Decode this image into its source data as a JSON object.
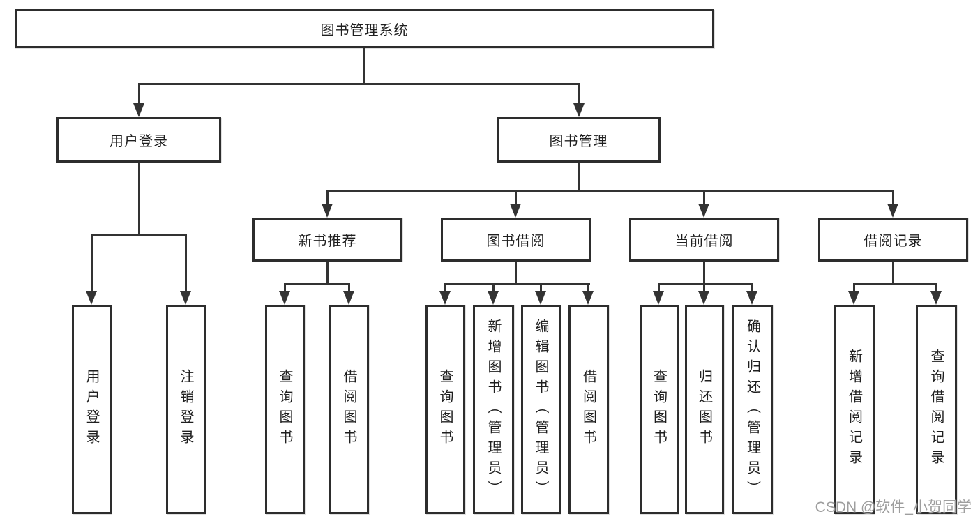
{
  "diagram": {
    "root": {
      "label": "图书管理系统"
    },
    "user_branch": {
      "label": "用户登录",
      "children": [
        {
          "label": "用户登录"
        },
        {
          "label": "注销登录"
        }
      ]
    },
    "book_branch": {
      "label": "图书管理",
      "modules": [
        {
          "label": "新书推荐",
          "children": [
            {
              "label": "查询图书"
            },
            {
              "label": "借阅图书"
            }
          ]
        },
        {
          "label": "图书借阅",
          "children": [
            {
              "label": "查询图书"
            },
            {
              "label": "新增图书（管理员）"
            },
            {
              "label": "编辑图书（管理员）"
            },
            {
              "label": "借阅图书"
            }
          ]
        },
        {
          "label": "当前借阅",
          "children": [
            {
              "label": "查询图书"
            },
            {
              "label": "归还图书"
            },
            {
              "label": "确认归还（管理员）"
            }
          ]
        },
        {
          "label": "借阅记录",
          "children": [
            {
              "label": "新增借阅记录"
            },
            {
              "label": "查询借阅记录"
            }
          ]
        }
      ]
    }
  },
  "watermark": {
    "text": "CSDN @软件_小贺同学"
  },
  "colors": {
    "line": "#333333",
    "border": "#2d2d2d",
    "text": "#1f1f1f",
    "watermark": "#9e9e9e",
    "background": "#ffffff"
  }
}
